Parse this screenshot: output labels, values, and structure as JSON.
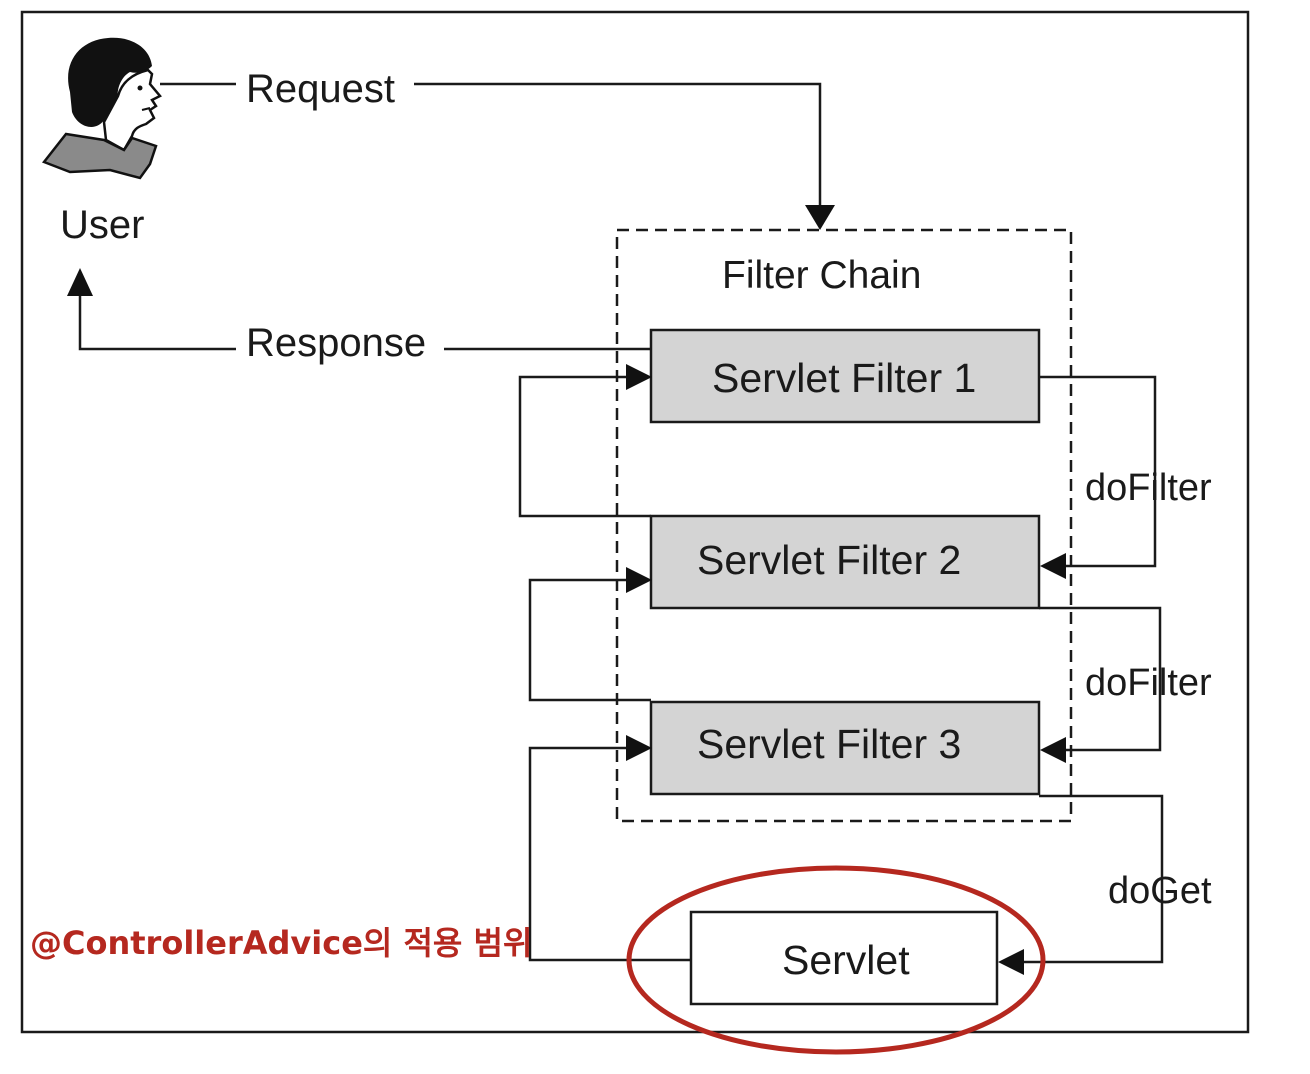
{
  "user": {
    "label": "User"
  },
  "flows": {
    "request": "Request",
    "response": "Response"
  },
  "filter_chain": {
    "title": "Filter Chain",
    "filters": [
      "Servlet Filter 1",
      "Servlet Filter 2",
      "Servlet Filter 3"
    ]
  },
  "calls": {
    "do_filter_1": "doFilter",
    "do_filter_2": "doFilter",
    "do_get": "doGet"
  },
  "servlet": {
    "label": "Servlet"
  },
  "annotation": {
    "text": "@ControllerAdvice의 적용 범위",
    "color": "#b5281f"
  },
  "colors": {
    "filter_fill": "#d4d4d4",
    "line": "#1a1a1a",
    "highlight": "#b5281f"
  }
}
